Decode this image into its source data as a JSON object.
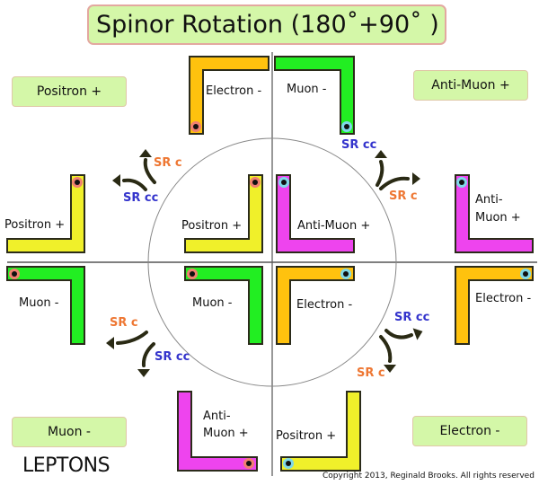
{
  "title": "Spinor Rotation (180˚+90˚ )",
  "corner_boxes": {
    "top_left": "Positron +",
    "top_right": "Anti-Muon +",
    "bottom_left": "Muon -",
    "bottom_right": "Electron -"
  },
  "particles": {
    "outer_top_left": "Electron -",
    "outer_top_right": "Muon -",
    "outer_left_upper": "Positron +",
    "inner_upper_left": "Positron +",
    "inner_upper_right": "Anti-Muon +",
    "outer_right_upper_line1": "Anti-",
    "outer_right_upper_line2": "Muon +",
    "outer_left_lower": "Muon -",
    "inner_lower_left": "Muon -",
    "inner_lower_right": "Electron -",
    "outer_right_lower": "Electron -",
    "outer_bottom_left_line1": "Anti-",
    "outer_bottom_left_line2": "Muon +",
    "outer_bottom_right": "Positron +"
  },
  "rotation_labels": {
    "clockwise": "SR c",
    "counter_clockwise": "SR cc"
  },
  "colors": {
    "electron": "#ffc20e",
    "muon": "#22ee22",
    "positron": "#f0f02a",
    "antimuon": "#ee44ee",
    "dot_red": "#f08070",
    "dot_blue": "#7fd8e8",
    "sr_c": "#ee7733",
    "sr_cc": "#3333cc",
    "box_fill": "#d4f7a8"
  },
  "footer": {
    "heading": "LEPTONS",
    "copyright": "Copyright 2013, Reginald Brooks. All rights reserved"
  }
}
